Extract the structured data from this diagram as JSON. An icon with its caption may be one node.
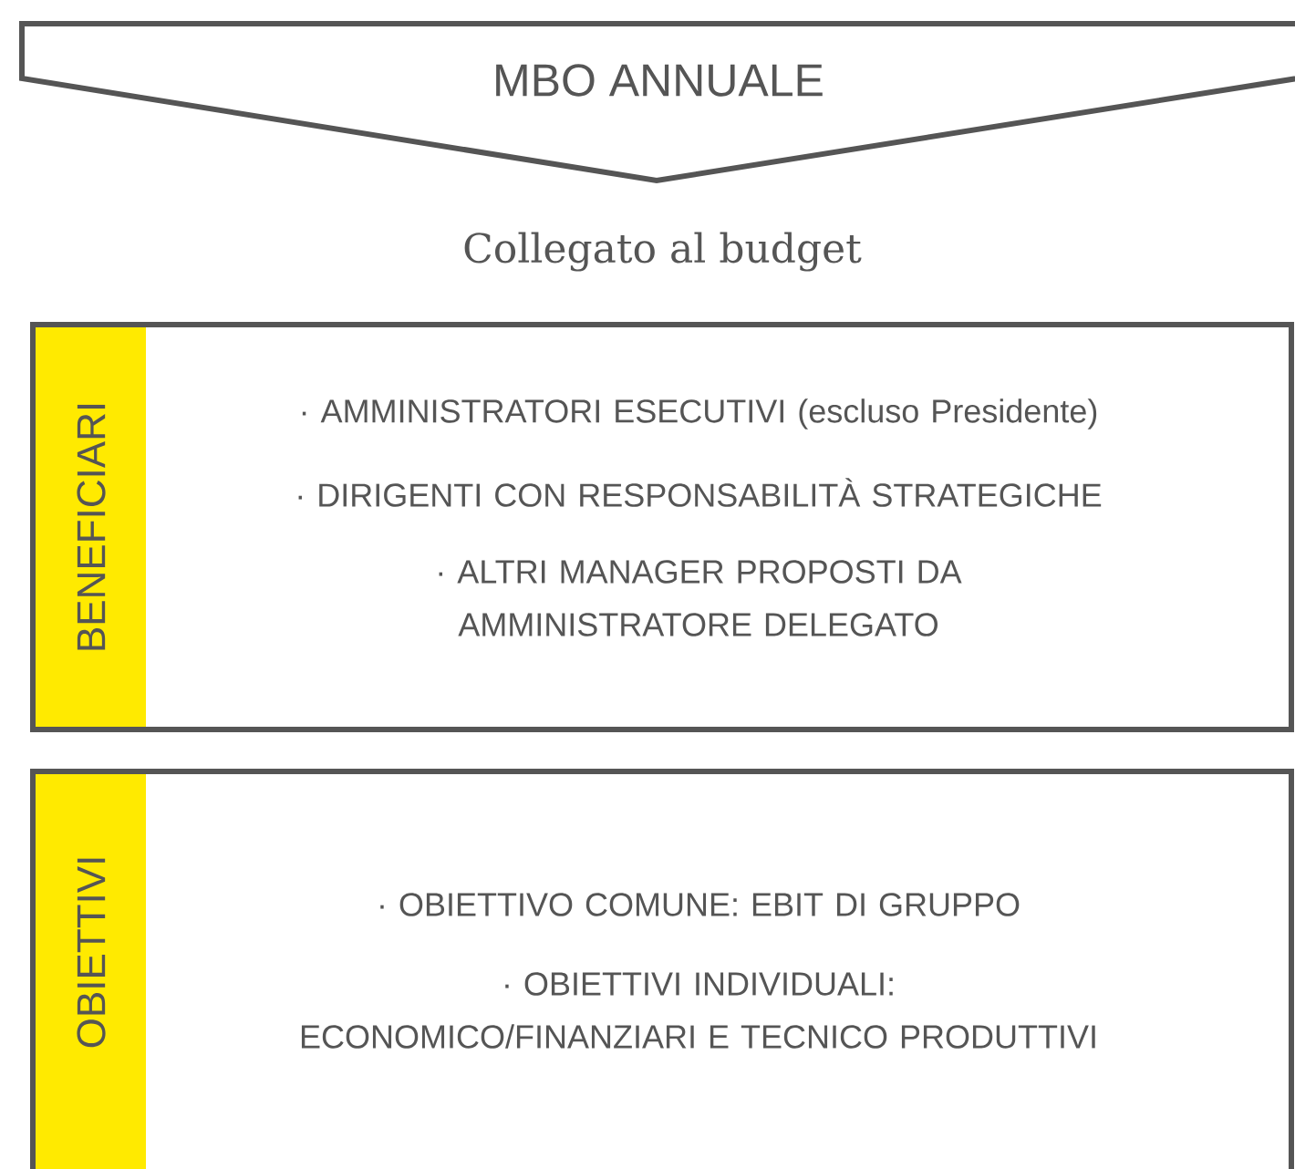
{
  "diagram": {
    "nodes": [
      {
        "text": [
          "MBO ANNUALE"
        ]
      },
      {
        "text": [
          "BENEFICIARI",
          "· AMMINISTRATORI ESECUTIVI (escluso Presidente)",
          "· DIRIGENTI CON RESPONSABILITÀ STRATEGICHE",
          "· ALTRI MANAGER PROPOSTI DA AMMINISTRATORE DELEGATO"
        ]
      },
      {
        "text": [
          "OBIETTIVI",
          "· OBIETTIVO COMUNE: EBIT DI GRUPPO",
          "· OBIETTIVI INDIVIDUALI: ECONOMICO/FINANZIARI E TECNICO PRODUTTIVI"
        ]
      }
    ],
    "labels": [
      "Collegato al budget"
    ]
  }
}
